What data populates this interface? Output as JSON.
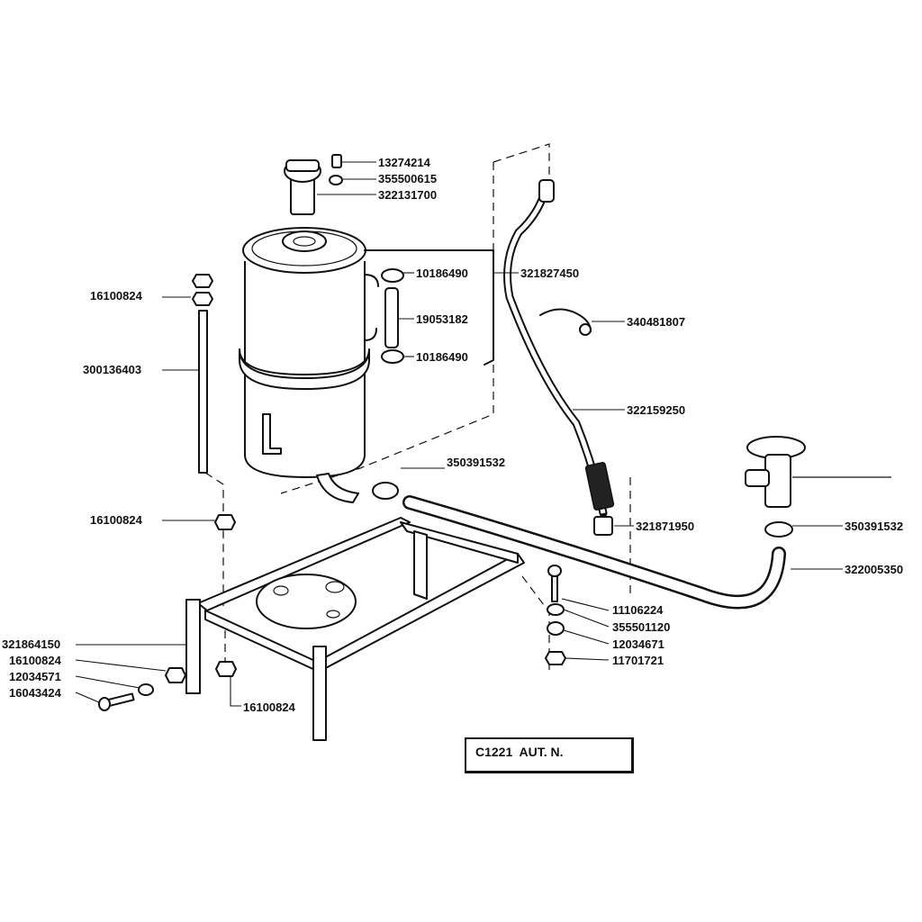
{
  "drawing_code": "C1221  AUT. N.",
  "part_numbers": [
    "13274214",
    "355500615",
    "322131700",
    "10186490",
    "321827450",
    "19053182",
    "10186490",
    "340481807",
    "16100824",
    "300136403",
    "322159250",
    "350391532",
    "16100824",
    "321871950",
    "350391532",
    "322005350",
    "11106224",
    "355501120",
    "12034671",
    "11701721",
    "321864150",
    "16100824",
    "12034571",
    "16043424",
    "16100824"
  ]
}
